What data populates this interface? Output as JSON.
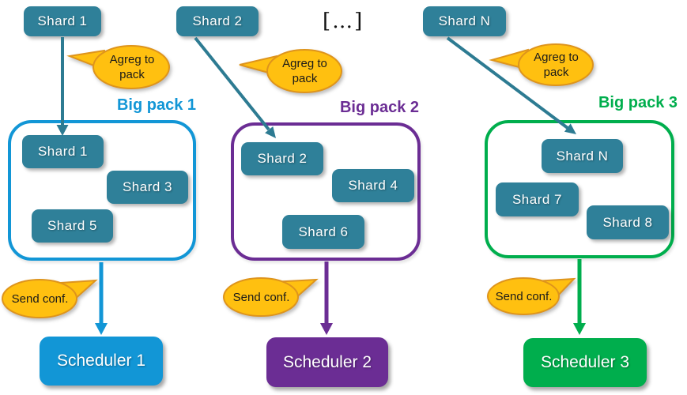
{
  "colors": {
    "teal": "#2F8099",
    "teal_arrow": "#2D7B92",
    "column1_accent": "#1296D6",
    "column2_accent": "#6B2D94",
    "column3_accent": "#00AE4D",
    "callout_fill": "#FFC010",
    "callout_stroke": "#DE941C",
    "callout_text": "#1A1A1A",
    "shard_text": "#FFFFFF",
    "diagram_text": "#111111"
  },
  "ellipsis": "[…]",
  "columns": [
    {
      "source_shard": "Shard 1",
      "agreg": {
        "line1": "Agreg to",
        "line2": "pack"
      },
      "pack": {
        "label": "Big pack 1",
        "shards": [
          "Shard 1",
          "Shard 3",
          "Shard 5"
        ]
      },
      "send": "Send conf.",
      "scheduler": "Scheduler 1"
    },
    {
      "source_shard": "Shard 2",
      "agreg": {
        "line1": "Agreg to",
        "line2": "pack"
      },
      "pack": {
        "label": "Big pack 2",
        "shards": [
          "Shard 2",
          "Shard 4",
          "Shard 6"
        ]
      },
      "send": "Send conf.",
      "scheduler": "Scheduler 2"
    },
    {
      "source_shard": "Shard N",
      "agreg": {
        "line1": "Agreg to",
        "line2": "pack"
      },
      "pack": {
        "label": "Big pack 3",
        "shards": [
          "Shard N",
          "Shard 7",
          "Shard 8"
        ]
      },
      "send": "Send conf.",
      "scheduler": "Scheduler 3"
    }
  ]
}
